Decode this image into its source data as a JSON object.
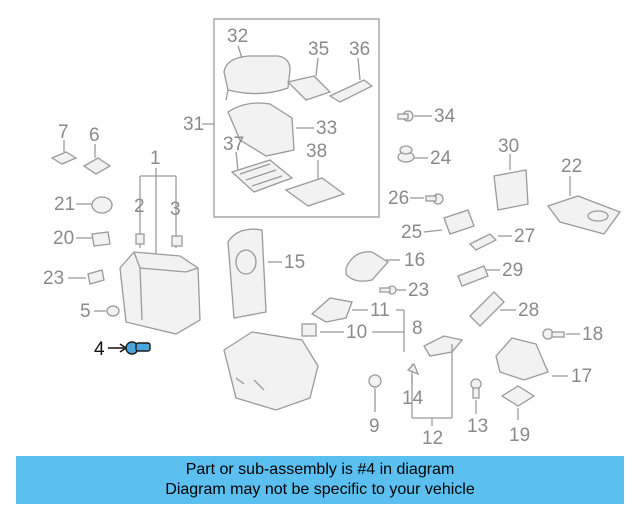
{
  "callouts": {
    "c1": "1",
    "c2": "2",
    "c3": "3",
    "c4": "4",
    "c5": "5",
    "c6": "6",
    "c7": "7",
    "c8": "8",
    "c9": "9",
    "c10": "10",
    "c11": "11",
    "c12": "12",
    "c13": "13",
    "c14": "14",
    "c15": "15",
    "c16": "16",
    "c17": "17",
    "c18": "18",
    "c19": "19",
    "c20": "20",
    "c21": "21",
    "c22": "22",
    "c23a": "23",
    "c23b": "23",
    "c24": "24",
    "c25": "25",
    "c26": "26",
    "c27": "27",
    "c28": "28",
    "c29": "29",
    "c30": "30",
    "c31": "31",
    "c32": "32",
    "c33": "33",
    "c34": "34",
    "c35": "35",
    "c36": "36",
    "c37": "37",
    "c38": "38"
  },
  "highlight_part": "4",
  "colors": {
    "highlight": "#4aa6dc",
    "banner": "#5bc0f0",
    "parts": "#9a9a9a"
  },
  "banner": {
    "line1": "Part or sub-assembly is #4 in diagram",
    "line2": "Diagram may not be specific to your vehicle"
  }
}
